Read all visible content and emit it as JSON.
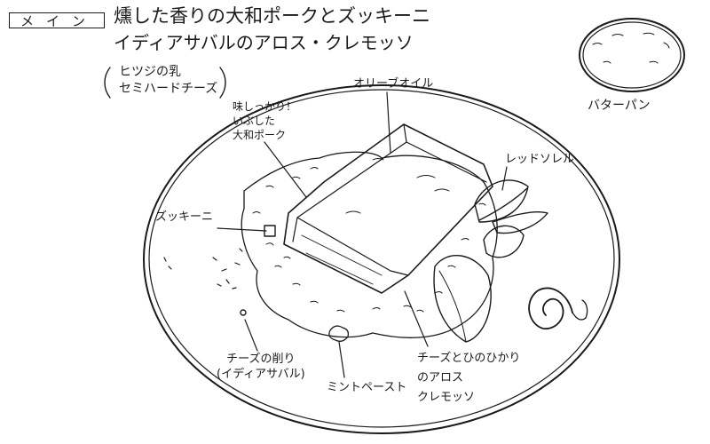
{
  "menu": {
    "category": "メイン",
    "title_line1": "燻した香りの大和ポークとズッキーニ",
    "title_line2": "イディアサバルのアロス・クレモッソ",
    "cheese_note": "ヒツジの乳\nセミハードチーズ"
  },
  "bread": {
    "label": "バターパン"
  },
  "annotations": {
    "olive_oil": "オリーブオイル",
    "pork": "味しっかり！\nいぶした\n大和ポーク",
    "red_sorrel": "レッドソレル",
    "zucchini": "ズッキーニ",
    "cheese_shavings": "チーズの削り\n(イディアサバル)",
    "mint_paste": "ミントペースト",
    "risotto": "チーズとひのひかり\nのアロス\nクレモッソ"
  }
}
